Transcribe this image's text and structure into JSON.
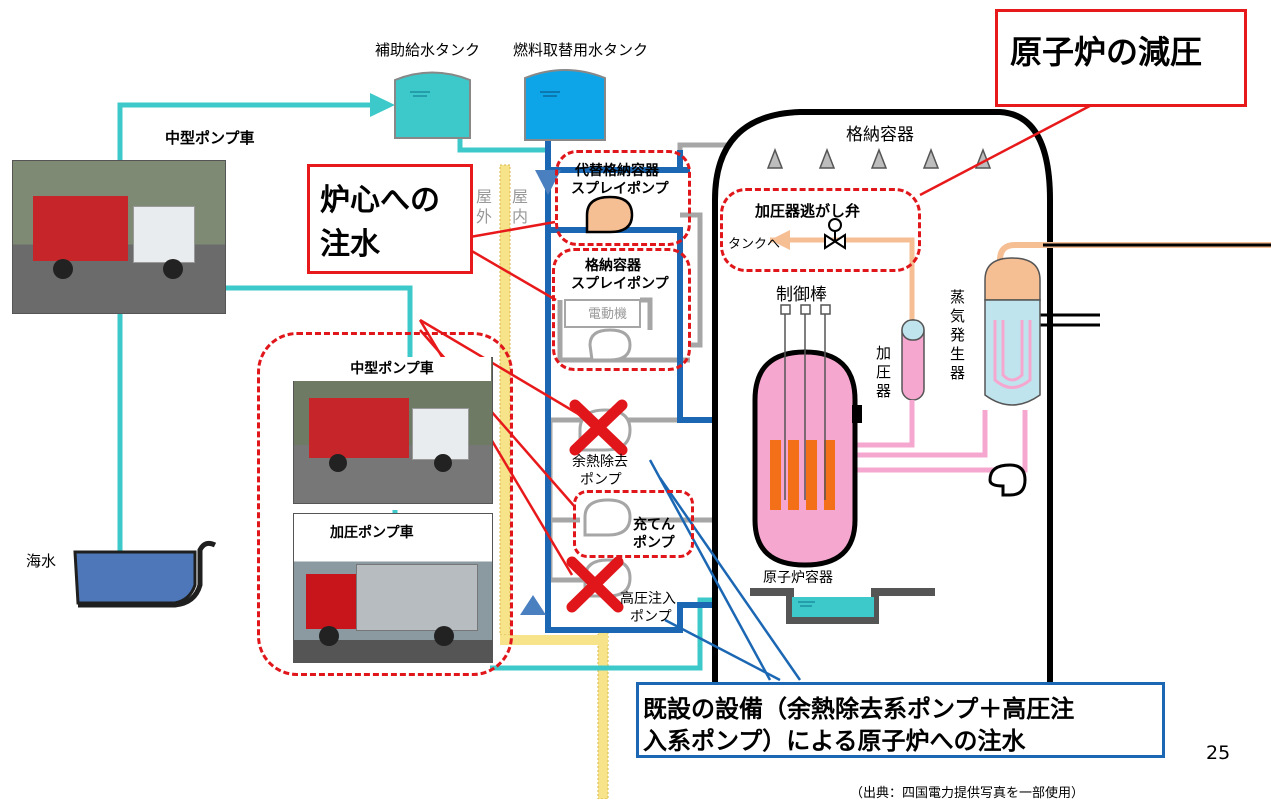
{
  "tanks": {
    "aux_feed": "補助給水タンク",
    "fuel_water": "燃料取替用水タンク"
  },
  "truck_top_label": "中型ポンプ車",
  "containment_label": "格納容器",
  "indoor_outdoor": {
    "outdoor_1": "屋",
    "outdoor_2": "外",
    "indoor_1": "屋",
    "indoor_2": "内"
  },
  "pumps": {
    "alt_spray_line1": "代替格納容器",
    "alt_spray_line2": "スプレイポンプ",
    "spray_line1": "格納容器",
    "spray_line2": "スプレイポンプ",
    "motor": "電動機",
    "rhr_line1": "余熱除去",
    "rhr_line2": "ポンプ",
    "charging_line1": "充てん",
    "charging_line2": "ポンプ",
    "hpi_line1": "高圧注入",
    "hpi_line2": "ポンプ"
  },
  "pressurizer_valve": "加圧器逃がし弁",
  "to_tank": "タンクへ",
  "control_rods": "制御棒",
  "pressurizer_v": "加\n圧\n器",
  "steam_gen_v": "蒸\n気\n発\n生\n器",
  "reactor_vessel": "原子炉容器",
  "seawater": "海水",
  "trucks_group": {
    "medium": "中型ポンプ車",
    "pressure": "加圧ポンプ車"
  },
  "callouts": {
    "core_injection_1": "炉心への",
    "core_injection_2": "注水",
    "depressurize": "原子炉の減圧",
    "existing_line1": "既設の設備（余熱除去系ポンプ＋高圧注",
    "existing_line2": "入系ポンプ）による原子炉への注水"
  },
  "page_number": "25",
  "source_note": "（出典：四国電力提供写真を一部使用）",
  "colors": {
    "red": "#e8191b",
    "blue_pipe": "#1b67b3",
    "cyan_pipe": "#3dc9c9",
    "gray_pipe": "#a6a6a6",
    "pink": "#f6a7cf",
    "orange_pipe": "#f6be93"
  }
}
